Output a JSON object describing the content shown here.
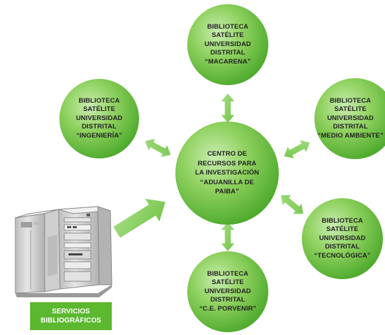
{
  "colors": {
    "circle_light": "#b6e39a",
    "circle_mid": "#7fcc4e",
    "circle_dark": "#4fae2c",
    "arrow_fill": "#8ed36a",
    "arrow_stroke": "#ffffff",
    "services_box": "#5cb82f",
    "server_body": "#d9d9d9",
    "server_shadow": "#9e9e9e"
  },
  "center": {
    "lines": [
      "CENTRO DE",
      "RECURSOS PARA",
      "LA INVESTIGACIÓN",
      "“ADUANILLA DE",
      "PAIBA”"
    ]
  },
  "nodes": {
    "macarena": {
      "lines": [
        "BIBLIOTECA",
        "SATÉLITE",
        "UNIVERSIDAD",
        "DISTRITAL",
        "“MACARENA”"
      ]
    },
    "ingenieria": {
      "lines": [
        "BIBLIOTECA",
        "SATÉLITE",
        "UNIVERSIDAD",
        "DISTRITAL",
        "“INGENIERÍA”"
      ]
    },
    "medio_ambiente": {
      "lines": [
        "BIBLIOTECA",
        "SATÉLITE",
        "UNIVERSIDAD",
        "DISTRITAL",
        "“MEDIO AMBIENTE”"
      ]
    },
    "tecnologica": {
      "lines": [
        "BIBLIOTECA",
        "SATÉLITE",
        "UNIVERSIDAD",
        "DISTRITAL",
        "“TECNOLÓGICA”"
      ]
    },
    "porvenir": {
      "lines": [
        "BIBLIOTECA",
        "SATÉLITE",
        "UNIVERSIDAD",
        "DISTRITAL",
        "“C.E. PORVENIR”"
      ]
    }
  },
  "services": {
    "lines": [
      "SERVICIOS",
      "BIBLIOGRÁFICOS"
    ],
    "icon": "server-cabinet-icon"
  }
}
